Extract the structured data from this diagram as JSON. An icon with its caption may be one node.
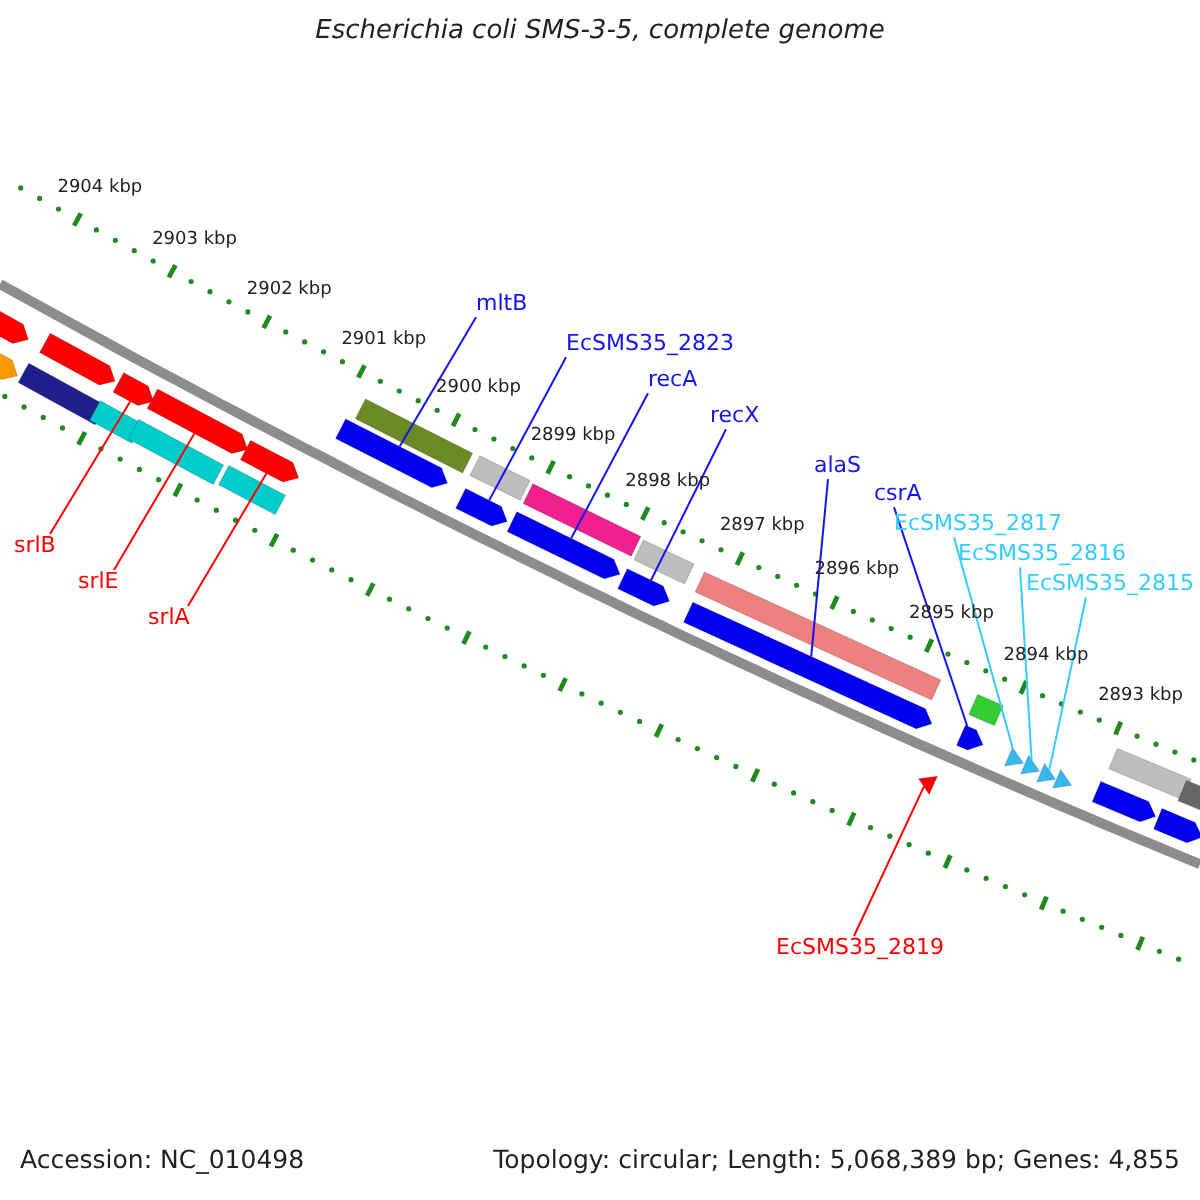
{
  "diagram": {
    "title": "Escherichia coli SMS-3-5, complete genome",
    "nodes": [
      {
        "text": [
          "mltB"
        ]
      },
      {
        "text": [
          "EcSMS35_2823"
        ]
      },
      {
        "text": [
          "recA"
        ]
      },
      {
        "text": [
          "recX"
        ]
      },
      {
        "text": [
          "alaS"
        ]
      },
      {
        "text": [
          "csrA"
        ]
      },
      {
        "text": [
          "EcSMS35_2817"
        ]
      },
      {
        "text": [
          "EcSMS35_2816"
        ]
      },
      {
        "text": [
          "EcSMS35_2815"
        ]
      },
      {
        "text": [
          "srlB"
        ]
      },
      {
        "text": [
          "srlE"
        ]
      },
      {
        "text": [
          "srlA"
        ]
      },
      {
        "text": [
          "EcSMS35_2819"
        ]
      },
      {
        "text": [],
        "shape": "arrow"
      },
      {
        "text": [],
        "shape": "arrow"
      },
      {
        "text": [],
        "shape": "bar"
      },
      {
        "text": [],
        "shape": "arrow"
      },
      {
        "text": [],
        "shape": "bar"
      },
      {
        "text": [],
        "shape": "arrow"
      },
      {
        "text": [],
        "shape": "bar"
      },
      {
        "text": [],
        "shape": "arrow"
      },
      {
        "text": [],
        "shape": "bar"
      },
      {
        "text": [],
        "shape": "arrow"
      },
      {
        "text": [],
        "shape": "arrow"
      },
      {
        "text": [],
        "shape": "bar"
      },
      {
        "text": [],
        "shape": "arrow"
      },
      {
        "text": [],
        "shape": "bar"
      },
      {
        "text": [],
        "shape": "arrow"
      },
      {
        "text": [],
        "shape": "bar"
      },
      {
        "text": [],
        "shape": "arrow"
      },
      {
        "text": [],
        "shape": "bar"
      },
      {
        "text": [],
        "shape": "arrow"
      },
      {
        "text": [],
        "shape": "bar"
      },
      {
        "text": [],
        "shape": "triangle"
      },
      {
        "text": [],
        "shape": "arrow"
      },
      {
        "text": [],
        "shape": "bar"
      },
      {
        "text": [],
        "shape": "triangle"
      },
      {
        "text": [],
        "shape": "triangle"
      },
      {
        "text": [],
        "shape": "triangle"
      },
      {
        "text": [],
        "shape": "triangle"
      },
      {
        "text": [],
        "shape": "arrow"
      },
      {
        "text": [],
        "shape": "bar"
      },
      {
        "text": [],
        "shape": "arrow"
      },
      {
        "text": [],
        "shape": "bar"
      }
    ],
    "edges": [
      {
        "from": 0,
        "to": 23,
        "arrow": "none"
      },
      {
        "from": 1,
        "to": 25,
        "arrow": "none"
      },
      {
        "from": 2,
        "to": 27,
        "arrow": "none"
      },
      {
        "from": 3,
        "to": 29,
        "arrow": "none"
      },
      {
        "from": 4,
        "to": 31,
        "arrow": "none"
      },
      {
        "from": 5,
        "to": 34,
        "arrow": "none"
      },
      {
        "from": 6,
        "to": 36,
        "arrow": "none",
        "color": "#33ccff"
      },
      {
        "from": 7,
        "to": 37,
        "arrow": "none",
        "color": "#33ccff"
      },
      {
        "from": 8,
        "to": 38,
        "arrow": "none",
        "color": "#33ccff"
      },
      {
        "from": 9,
        "to": 18,
        "arrow": "none",
        "color": "#ff0000"
      },
      {
        "from": 10,
        "to": 20,
        "arrow": "none",
        "color": "#ff0000"
      },
      {
        "from": 11,
        "to": 22,
        "arrow": "none",
        "color": "#ff0000"
      },
      {
        "from": 12,
        "to": 33,
        "arrow": "none",
        "color": "#ff0000"
      }
    ],
    "labels": [
      "2904 kbp",
      "2903 kbp",
      "2902 kbp",
      "2901 kbp",
      "2900 kbp",
      "2899 kbp",
      "2898 kbp",
      "2897 kbp",
      "2896 kbp",
      "2895 kbp",
      "2894 kbp",
      "2893 kbp",
      "Accession: NC_010498",
      "Topology: circular; Length: 5,068,389 bp; Genes: 4,855"
    ]
  }
}
